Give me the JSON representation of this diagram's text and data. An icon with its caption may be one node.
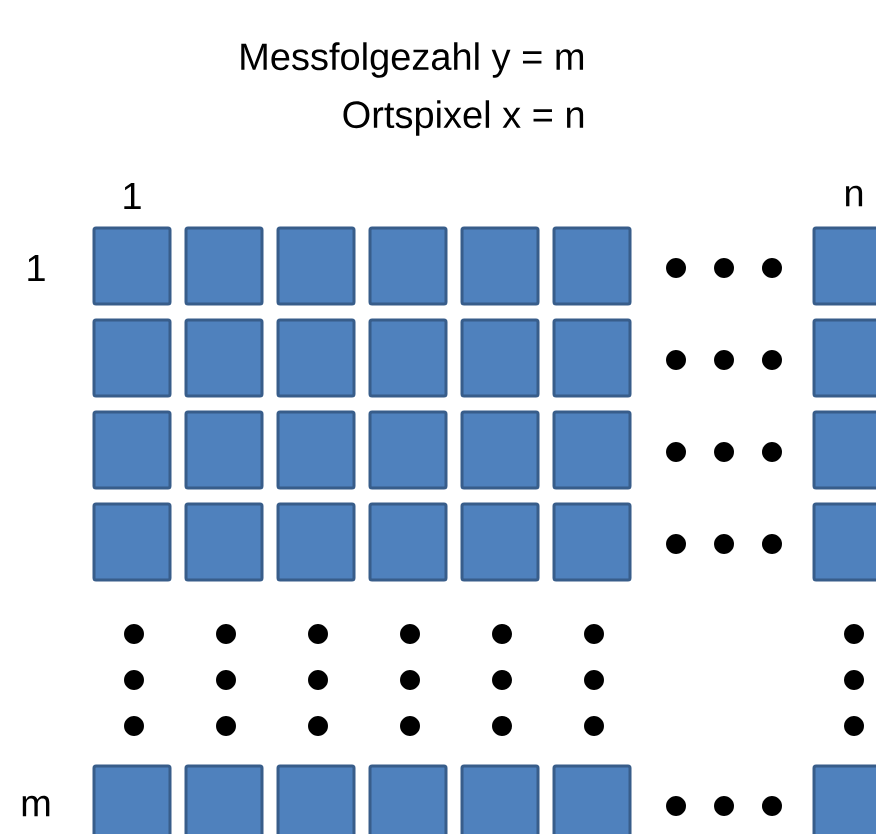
{
  "diagram": {
    "labels": [
      "Messfolgezahl y = m",
      "Ortspixel x = n",
      "1",
      "n",
      "1",
      "m"
    ]
  }
}
